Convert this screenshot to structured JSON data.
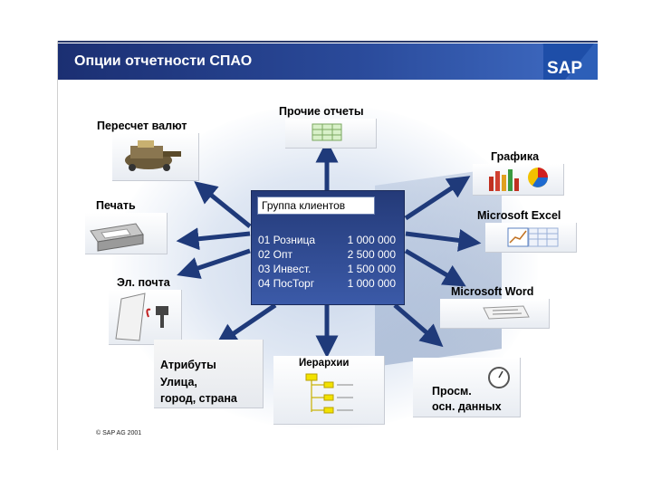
{
  "header": {
    "title": "Опции отчетности СПАО",
    "logo": "SAP"
  },
  "center": {
    "title": "Группа клиентов",
    "rows": [
      {
        "label": "01 Розница",
        "value": "1 000 000"
      },
      {
        "label": "02 Опт",
        "value": "2 500 000"
      },
      {
        "label": "03 Инвест.",
        "value": "1 500 000"
      },
      {
        "label": "04 ПосТорг",
        "value": "1 000 000"
      }
    ]
  },
  "options": {
    "currency": "Пересчет валют",
    "other": "Прочие отчеты",
    "graphics": "Графика",
    "print": "Печать",
    "excel": "Microsoft Excel",
    "email": "Эл. почта",
    "word": "Microsoft Word",
    "attributes": [
      "Атрибуты",
      "Улица,",
      "город, страна"
    ],
    "hierarchies": "Иерархии",
    "masterdata": [
      "Просм.",
      "осн. данных"
    ]
  },
  "footer": {
    "copyright": "© SAP AG 2001"
  },
  "colors": {
    "header": "#1b2f72",
    "arrow": "#1f3a7a",
    "center": "#2a4488"
  }
}
